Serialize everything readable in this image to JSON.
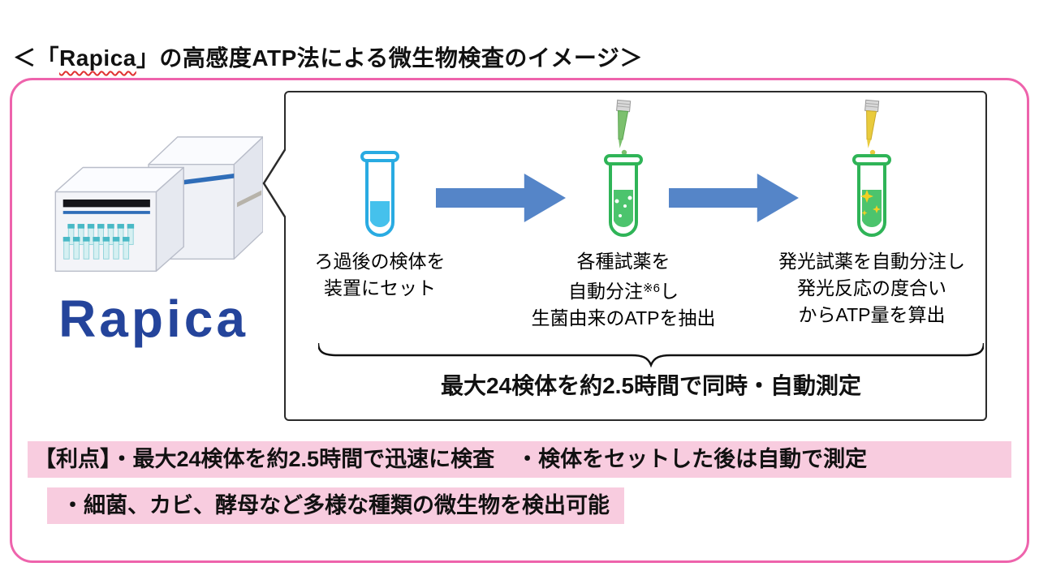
{
  "title": {
    "prefix": "＜「",
    "brand": "Rapica",
    "suffix": "」の高感度ATP法による微生物検査のイメージ＞"
  },
  "device": {
    "logo": "Rapica"
  },
  "flow": {
    "step1": {
      "line1": "ろ過後の検体を",
      "line2": "装置にセット"
    },
    "step2": {
      "line1": "各種試薬を",
      "line2_pre": "自動分注",
      "line2_sup": "※6",
      "line2_post": "し",
      "line3": "生菌由来のATPを抽出"
    },
    "step3": {
      "line1": "発光試薬を自動分注し",
      "line2": "発光反応の度合い",
      "line3": "からATP量を算出"
    },
    "brace_label": "最大24検体を約2.5時間で同時・自動測定"
  },
  "benefits": {
    "line1": "【利点】・最大24検体を約2.5時間で迅速に検査　・検体をセットした後は自動で測定",
    "line2": "・細菌、カビ、酵母など多様な種類の微生物を検出可能"
  },
  "colors": {
    "panel_border_pink": "#EE63AC",
    "highlight_pink": "#F8CCDF",
    "arrow_blue": "#5585C8",
    "tube_blue": "#29ABE2",
    "tube_green": "#2FB457",
    "sparkle_yellow": "#F2D024",
    "logo_blue": "#24449B"
  }
}
